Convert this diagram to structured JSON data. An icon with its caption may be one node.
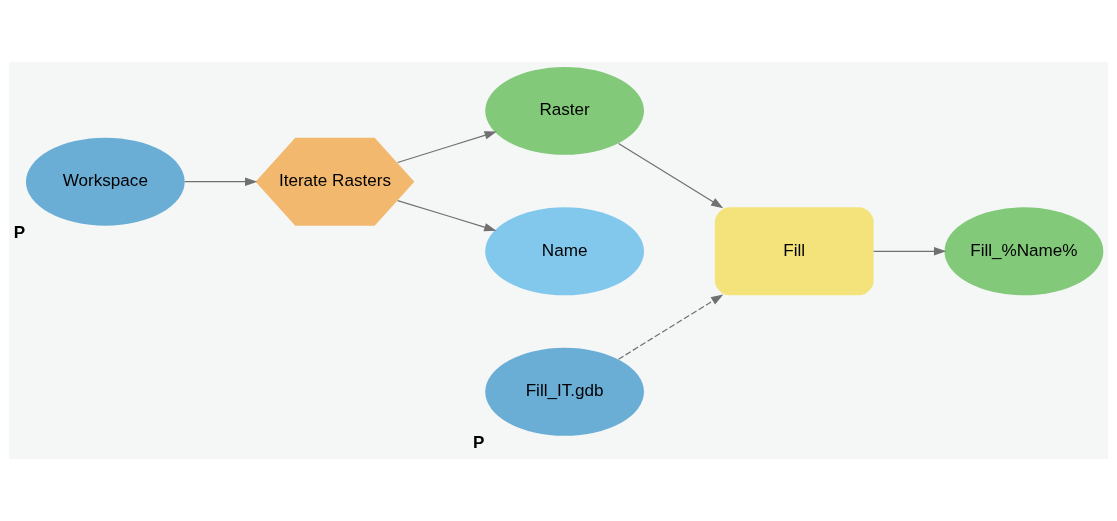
{
  "diagram": {
    "nodes": [
      {
        "text": [
          "Workspace"
        ],
        "beside": [
          "P"
        ]
      },
      {
        "text": [
          "Iterate Rasters"
        ]
      },
      {
        "text": [
          "Raster"
        ]
      },
      {
        "text": [
          "Fill_IT.gdb"
        ],
        "beside": [
          "P"
        ]
      },
      {
        "text": [
          "Fill"
        ]
      },
      {
        "text": [
          "Fill_%Name%"
        ]
      },
      {
        "text": [
          "Name"
        ]
      }
    ],
    "edges": [
      {
        "from": 0,
        "to": 1,
        "arrow": "to"
      },
      {
        "from": 1,
        "to": 2,
        "arrow": "to"
      },
      {
        "from": 1,
        "to": 6,
        "arrow": "to"
      },
      {
        "from": 2,
        "to": 4,
        "arrow": "to"
      },
      {
        "from": 3,
        "to": 4,
        "arrow": "to",
        "style": "dashed"
      },
      {
        "from": 4,
        "to": 5,
        "arrow": "to"
      }
    ]
  }
}
